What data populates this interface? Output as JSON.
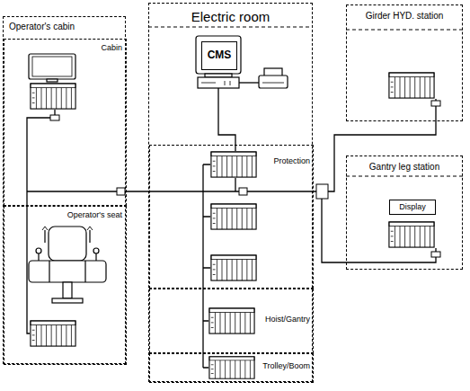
{
  "diagram": {
    "nodes": [
      {
        "text": [
          "Operator's cabin"
        ]
      },
      {
        "text": [
          "Cabin"
        ],
        "in": 0
      },
      {
        "text": [
          "Operator's seat"
        ],
        "in": 0
      },
      {
        "text": [
          "Electric room"
        ]
      },
      {
        "text": [
          "CMS"
        ],
        "in": 3
      },
      {
        "text": [
          "Protection"
        ],
        "in": 3
      },
      {
        "text": [
          "Hoist/Gantry"
        ],
        "in": 3
      },
      {
        "text": [
          "Trolley/Boom"
        ],
        "in": 3
      },
      {
        "text": [
          "Girder HYD. station"
        ]
      },
      {
        "text": [
          "Gantry leg station"
        ]
      },
      {
        "text": [
          "Display"
        ],
        "in": 9
      }
    ]
  }
}
